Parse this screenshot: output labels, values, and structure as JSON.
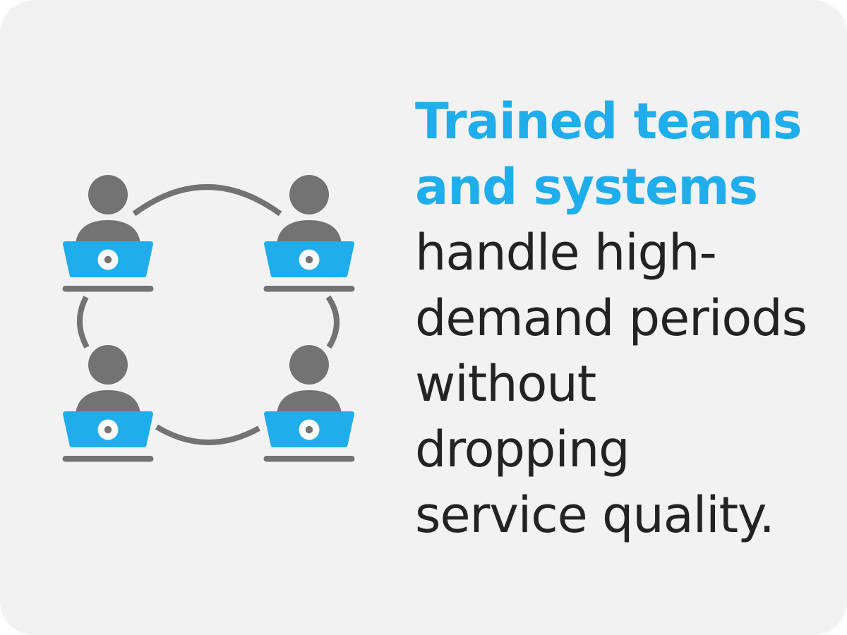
{
  "card": {
    "colors": {
      "page_bg": "#FFFFFF",
      "card_bg": "#F2F2F2",
      "accent_blue": "#1FADEB",
      "icon_gray": "#737373",
      "text_dark": "#232323",
      "camera_white": "#FAFAFA"
    }
  },
  "illustration": {
    "name": "team-network-illustration",
    "person_count": 4
  },
  "text": {
    "heading_lines": [
      "Trained teams",
      "and systems"
    ],
    "body_lines": [
      "handle high-",
      "demand periods",
      "without",
      "dropping",
      "service quality."
    ]
  }
}
